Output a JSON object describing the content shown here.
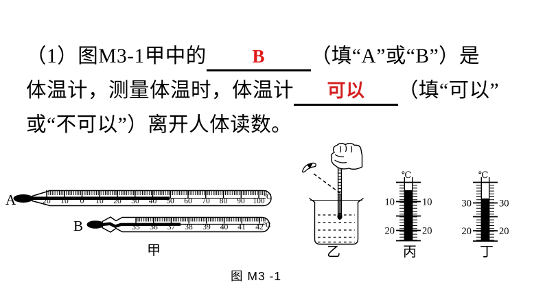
{
  "question": {
    "line1_pre": "（1）图M3-1甲中的",
    "line1_blank_answer": "B",
    "line1_post": "（填“A”或“B”）是",
    "line2_pre": "体温计，测量体温时，体温计",
    "line2_blank_answer": "可以",
    "line2_post": "（填“可以”",
    "line3": "或“不可以”）离开人体读数。",
    "answer_color": "#e01b1b"
  },
  "figure": {
    "caption": "图 M3 -1",
    "group_labels": {
      "jia": "甲",
      "yi": "乙",
      "bing": "丙",
      "ding": "丁"
    },
    "thermometer_a": {
      "label": "A",
      "unit": "℃",
      "ticks": [
        "20",
        "10",
        "0",
        "10",
        "20",
        "30",
        "40",
        "50",
        "60",
        "70",
        "80",
        "90",
        "100"
      ],
      "reading_approx": 48
    },
    "thermometer_b": {
      "label": "B",
      "unit": "℃",
      "ticks": [
        "35",
        "36",
        "37",
        "38",
        "39",
        "40",
        "41",
        "42"
      ],
      "reading_approx": 37.5
    },
    "scale_bing": {
      "unit": "℃",
      "labels_left": [
        "10",
        "20"
      ],
      "labels_right": [
        "10",
        "20"
      ]
    },
    "scale_ding": {
      "unit": "℃",
      "labels_left": [
        "30",
        "20"
      ],
      "labels_right": [
        "30",
        "20"
      ]
    }
  }
}
